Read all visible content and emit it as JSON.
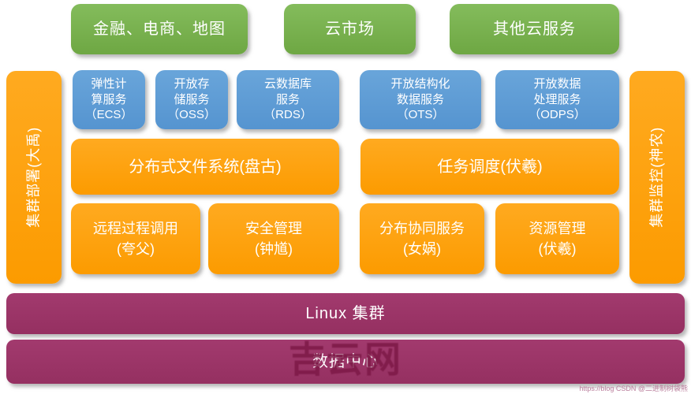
{
  "colors": {
    "green": "#76AF4B",
    "blue": "#5B9BD5",
    "orange": "#FFA013",
    "magenta": "#9C3367"
  },
  "diagram": {
    "top_apps": [
      {
        "label": "金融、电商、地图"
      },
      {
        "label": "云市场"
      },
      {
        "label": "其他云服务"
      }
    ],
    "cloud_services": [
      {
        "label": "弹性计\n算服务\n（ECS）"
      },
      {
        "label": "开放存\n储服务\n（OSS）"
      },
      {
        "label": "云数据库\n服务\n（RDS）"
      },
      {
        "label": "开放结构化\n数据服务\n（OTS）"
      },
      {
        "label": "开放数据\n处理服务\n（ODPS）"
      }
    ],
    "platform_wide": [
      {
        "label": "分布式文件系统(盘古)"
      },
      {
        "label": "任务调度(伏羲)"
      }
    ],
    "platform_small": [
      {
        "label": "远程过程调用\n(夸父)"
      },
      {
        "label": "安全管理\n(钟馗)"
      },
      {
        "label": "分布协同服务\n(女娲)"
      },
      {
        "label": "资源管理\n(伏羲)"
      }
    ],
    "left_bar": {
      "label": "集群部署(大禹)"
    },
    "right_bar": {
      "label": "集群监控(神农)"
    },
    "base_layers": [
      {
        "label": "Linux 集群"
      },
      {
        "label": "数据中心"
      }
    ]
  },
  "watermarks": {
    "center": "吉云网",
    "corner": "https://blog CSDN @二进制树袋熊"
  }
}
